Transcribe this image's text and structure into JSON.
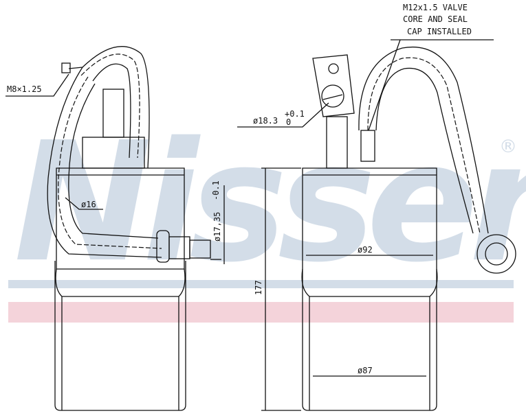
{
  "watermark": {
    "brand": "Nissens",
    "registered": "®",
    "stripe_blue": "#d3dde8",
    "stripe_red": "#f4d3da"
  },
  "labels": {
    "thread_left": "M8×1.25",
    "pipe_diameter": "ø16",
    "fitting_diameter": "ø17,35",
    "fitting_tolerance": "-0.1",
    "port_diameter": "ø18.3",
    "port_tolerance_upper": "+0.1",
    "port_tolerance_lower": "0",
    "valve_note": [
      "M12x1.5 VALVE",
      "CORE AND SEAL",
      "CAP INSTALLED"
    ],
    "body_diameter_upper": "ø92",
    "body_diameter_lower": "ø87",
    "height": "177"
  }
}
